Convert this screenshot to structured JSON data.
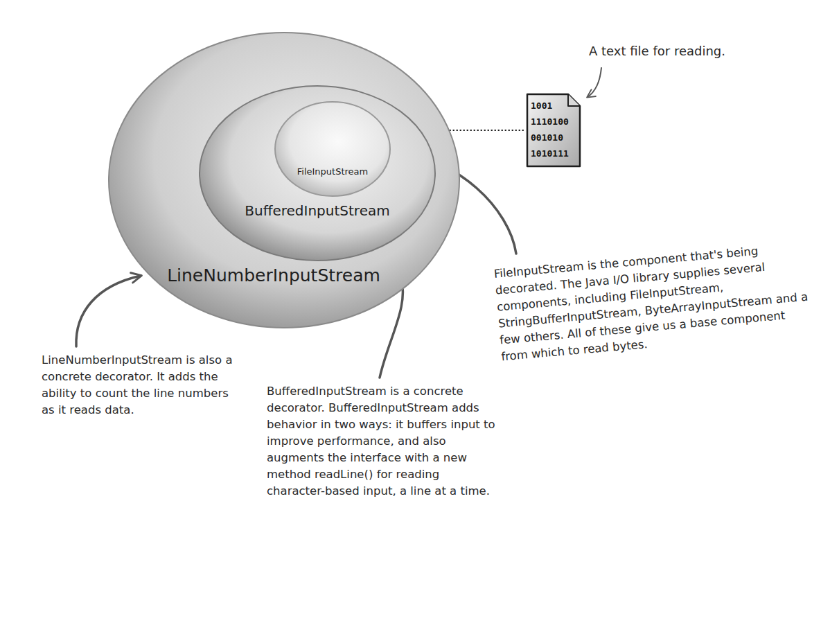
{
  "diagram": {
    "nodes": [
      {
        "text": [
          "LineNumberInputStream"
        ]
      },
      {
        "text": [
          "BufferedInputStream"
        ],
        "in": 0
      },
      {
        "text": [
          "FileInputStream"
        ],
        "in": 1
      },
      {
        "text": [
          "1001 1110100 001010 1010111"
        ]
      }
    ],
    "edges": [
      {
        "from": 3,
        "to": 2,
        "arrow": "to"
      }
    ],
    "labels": [
      "A text file for reading.",
      "FileInputStream is the component that's being decorated. The Java I/O library supplies several components, including FileInputStream, StringBufferInputStream, ByteArrayInputStream and a few others. All of these give us a base component from which to read bytes.",
      "LineNumberInputStream is also a concrete decorator. It adds the ability to count the line numbers as it reads data.",
      "BufferedInputStream is a concrete decorator. BufferedInputStream adds behavior in two ways: it buffers input to improve performance, and also augments the interface with a new method readLine() for reading character-based input, a line at a time."
    ]
  }
}
